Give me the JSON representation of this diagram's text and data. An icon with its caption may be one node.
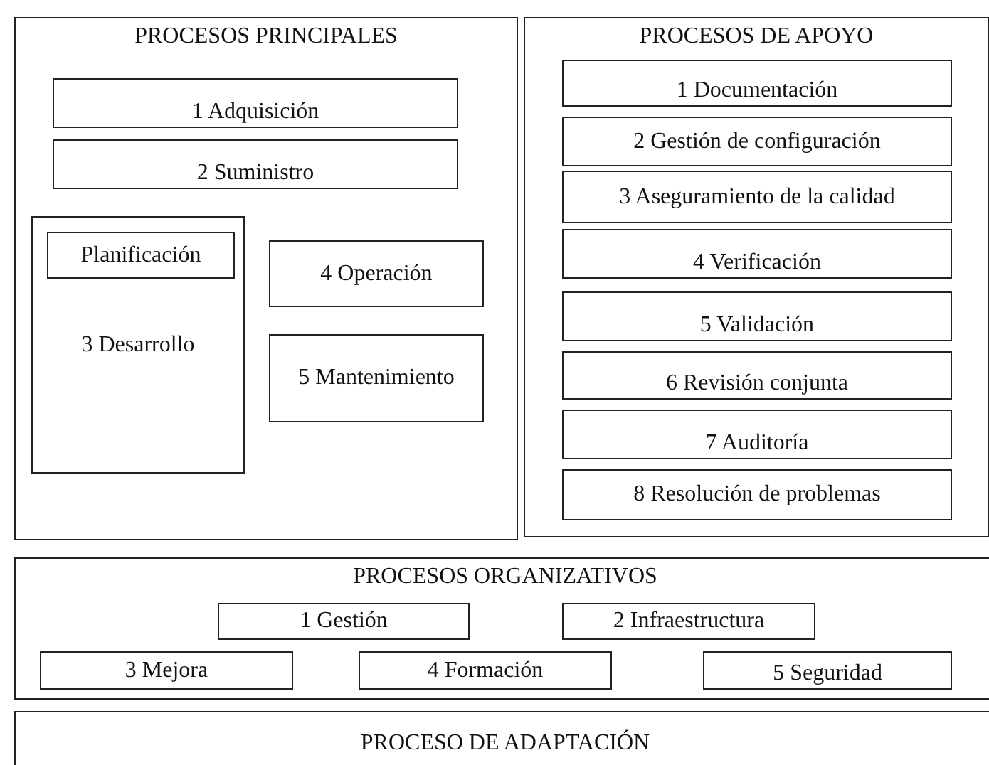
{
  "diagram": {
    "nodes": [
      {
        "text": [
          "PROCESOS PRINCIPALES"
        ]
      },
      {
        "text": [
          "1 Adquisición"
        ],
        "in": 0
      },
      {
        "text": [
          "2 Suministro"
        ],
        "in": 0
      },
      {
        "text": [
          "3 Desarrollo"
        ],
        "in": 0
      },
      {
        "text": [
          "Planificación"
        ],
        "in": 3
      },
      {
        "text": [
          "4 Operación"
        ],
        "in": 0
      },
      {
        "text": [
          "5 Mantenimiento"
        ],
        "in": 0
      },
      {
        "text": [
          "PROCESOS DE APOYO"
        ]
      },
      {
        "text": [
          "1 Documentación"
        ],
        "in": 7
      },
      {
        "text": [
          "2 Gestión de configuración"
        ],
        "in": 7
      },
      {
        "text": [
          "3 Aseguramiento de la calidad"
        ],
        "in": 7
      },
      {
        "text": [
          "4 Verificación"
        ],
        "in": 7
      },
      {
        "text": [
          "5 Validación"
        ],
        "in": 7
      },
      {
        "text": [
          "6 Revisión conjunta"
        ],
        "in": 7
      },
      {
        "text": [
          "7 Auditoría"
        ],
        "in": 7
      },
      {
        "text": [
          "8 Resolución de problemas"
        ],
        "in": 7
      },
      {
        "text": [
          "PROCESOS ORGANIZATIVOS"
        ]
      },
      {
        "text": [
          "1 Gestión"
        ],
        "in": 16
      },
      {
        "text": [
          "2 Infraestructura"
        ],
        "in": 16
      },
      {
        "text": [
          "3 Mejora"
        ],
        "in": 16
      },
      {
        "text": [
          "4 Formación"
        ],
        "in": 16
      },
      {
        "text": [
          "5 Seguridad"
        ],
        "in": 16
      },
      {
        "text": [
          "PROCESO DE ADAPTACIÓN"
        ]
      }
    ],
    "edges": []
  }
}
